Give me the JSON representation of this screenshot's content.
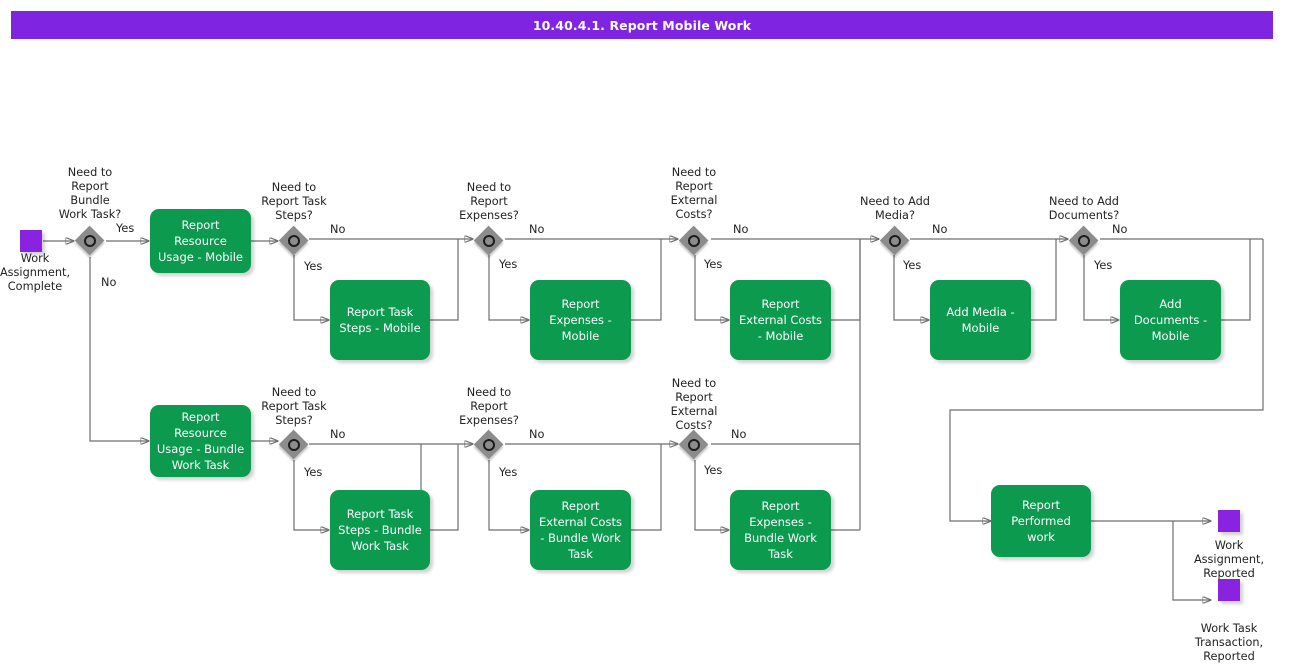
{
  "header": {
    "title": "10.40.4.1. Report Mobile Work",
    "bar_color": "#7F24E0"
  },
  "palette": {
    "task_fill": "#0C9A4E",
    "event_fill": "#8A23E0",
    "gateway_fill": "#8C8C8C",
    "connector": "#6E6E6E",
    "text_dark": "#222222",
    "text_light": "#FFFFFF"
  },
  "events": {
    "start": {
      "label": "Work\nAssignment,\nComplete",
      "icon": "start-event-square"
    },
    "end_work_assignment": {
      "label": "Work\nAssignment,\nReported",
      "icon": "end-event-square"
    },
    "end_work_task_transaction": {
      "label": "Work Task\nTransaction,\nReported",
      "icon": "end-event-square"
    }
  },
  "gateways": {
    "g1": {
      "label": "Need to\nReport\nBundle\nWork Task?",
      "yes": "Yes",
      "no": "No"
    },
    "g2": {
      "label": "Need to\nReport Task\nSteps?",
      "yes": "Yes",
      "no": "No"
    },
    "g3": {
      "label": "Need to\nReport\nExpenses?",
      "yes": "Yes",
      "no": "No"
    },
    "g4": {
      "label": "Need to\nReport\nExternal\nCosts?",
      "yes": "Yes",
      "no": "No"
    },
    "g5": {
      "label": "Need to Add\nMedia?",
      "yes": "Yes",
      "no": "No"
    },
    "g6": {
      "label": "Need to Add\nDocuments?",
      "yes": "Yes",
      "no": "No"
    },
    "g7": {
      "label": "Need  to\nReport Task\nSteps?",
      "yes": "Yes",
      "no": "No"
    },
    "g8": {
      "label": "Need to\nReport\nExpenses?",
      "yes": "Yes",
      "no": "No"
    },
    "g9": {
      "label": "Need to\nReport\nExternal\nCosts?",
      "yes": "Yes",
      "no": "No"
    }
  },
  "tasks": {
    "t1": "Report Resource Usage - Mobile",
    "t2": "Report Task Steps - Mobile",
    "t3": "Report Expenses - Mobile",
    "t4": "Report External Costs - Mobile",
    "t5": "Add Media - Mobile",
    "t6": "Add Documents -Mobile",
    "t7": "Report Resource Usage - Bundle Work Task",
    "t8": "Report Task Steps - Bundle Work Task",
    "t9": "Report External Costs - Bundle Work Task",
    "t10": "Report Expenses -Bundle Work Task",
    "t11": "Report Performed work"
  }
}
